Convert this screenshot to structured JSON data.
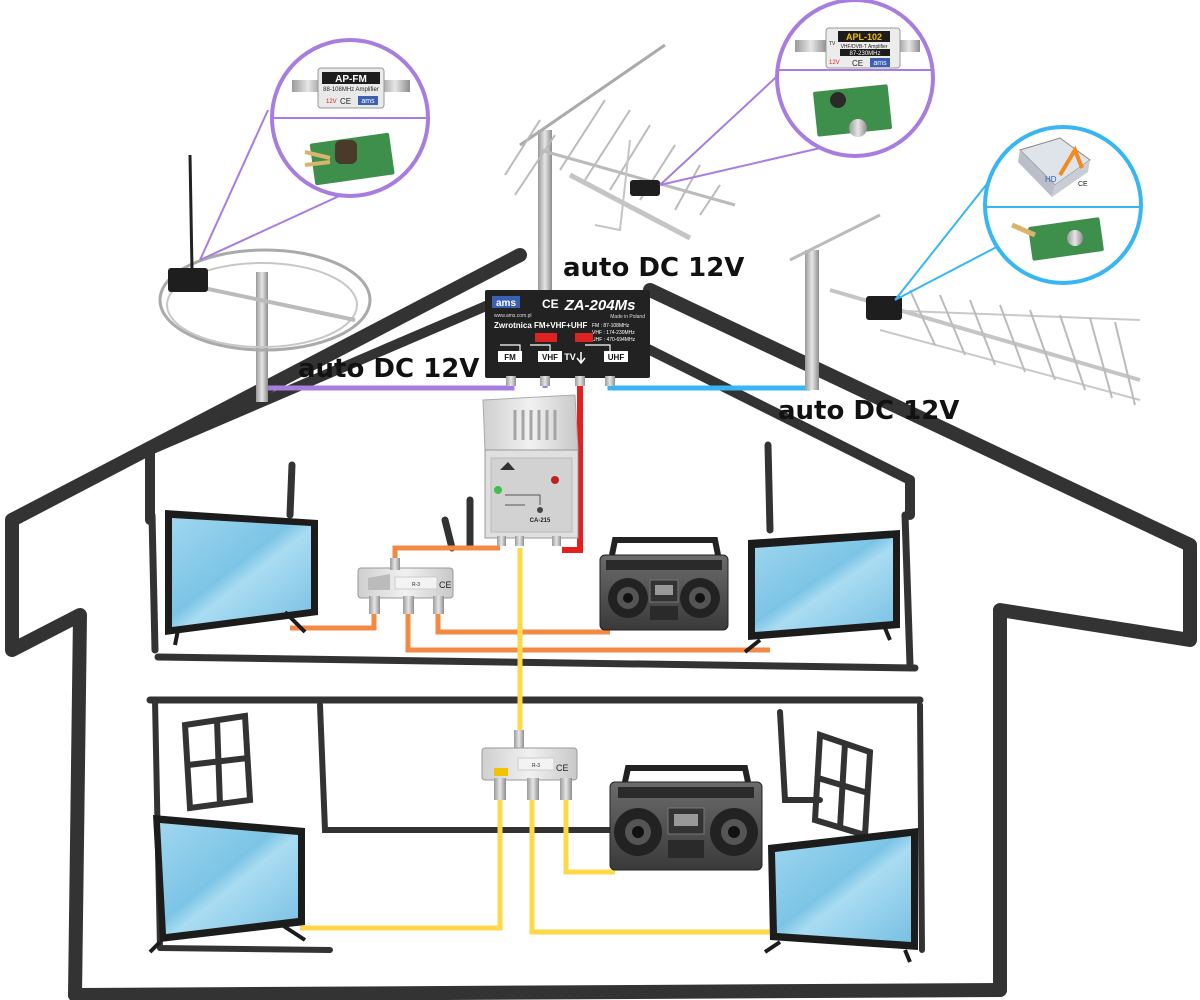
{
  "labels": {
    "dc_left": "auto DC 12V",
    "dc_top": "auto DC 12V",
    "dc_right": "auto DC 12V"
  },
  "combiner": {
    "brand": "ams",
    "ce": "CE",
    "model": "ZA-204Ms",
    "made_in": "Made in Poland",
    "website": "www.ams.com.pl",
    "title": "Zwrotnica FM+VHF+UHF",
    "band_fm": "FM : 87-108MHz",
    "band_vhf": "VHF : 174-230MHz",
    "band_uhf": "UHF : 470-694MHz",
    "port_fm": "FM",
    "port_vhf": "VHF",
    "port_tv": "TV",
    "port_uhf": "UHF"
  },
  "power_supply": {
    "model": "CA-215"
  },
  "amp_fm": {
    "model": "AP-FM",
    "desc": "88-108MHz Amplifier",
    "voltage": "12V",
    "ce": "CE",
    "brand": "ams"
  },
  "amp_vhf": {
    "model": "APL-102",
    "desc": "VHF/DVB-T Amplifier",
    "range": "87-230MHz",
    "voltage": "12V",
    "ce": "CE",
    "brand": "ams",
    "tv": "TV"
  },
  "amp_uhf": {
    "model": "HD",
    "ce": "CE"
  },
  "splitter_top": {
    "ce": "CE",
    "model": "R-3"
  },
  "splitter_bottom": {
    "ce": "CE",
    "model": "R-3"
  },
  "colors": {
    "fm_line": "#a77ee0",
    "uhf_line": "#38b6f4",
    "power_line": "#e51e1e",
    "upper_floor_line": "#f28a45",
    "lower_floor_line": "#fdd94a",
    "house_outline": "#333333"
  }
}
